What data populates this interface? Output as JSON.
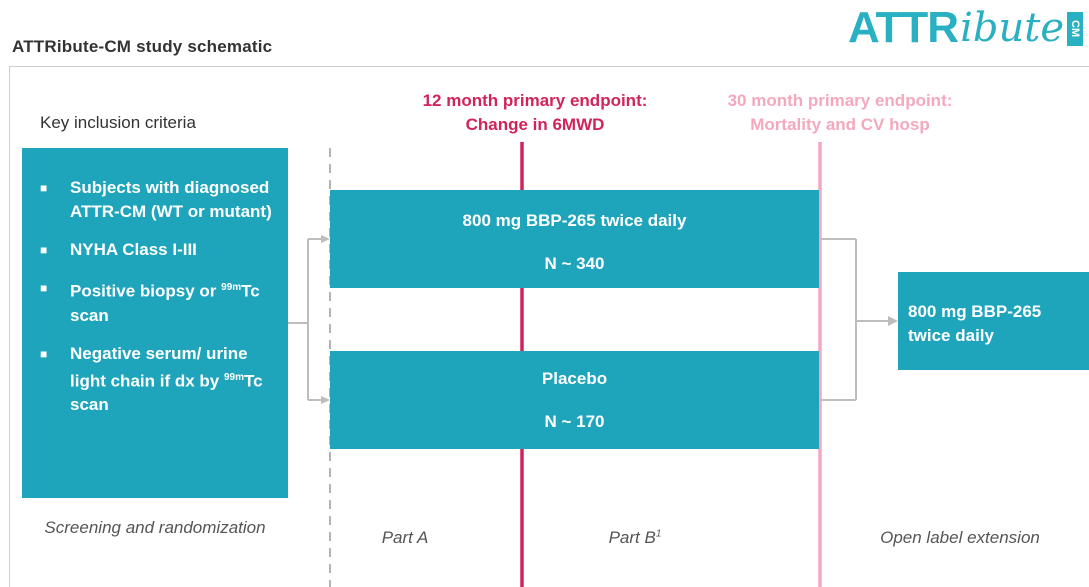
{
  "header": {
    "title": "ATTRibute-CM study schematic",
    "logo": {
      "text_main": "ATTR",
      "text_script": "ibute",
      "text_badge": "CM"
    }
  },
  "inclusion": {
    "heading": "Key inclusion criteria",
    "bullet_glyph": "■",
    "items": [
      {
        "text": "Subjects with diagnosed ATTR-CM (WT or mutant)"
      },
      {
        "text": "NYHA Class I-III"
      },
      {
        "pre": "Positive biopsy or ",
        "sup": "99m",
        "post": "Tc scan"
      },
      {
        "pre": "Negative serum/ urine light chain if dx by ",
        "sup": "99m",
        "post": "Tc scan"
      }
    ]
  },
  "endpoints": {
    "twelve_month": {
      "line1": "12 month primary endpoint:",
      "line2": "Change in 6MWD",
      "color": "#d0245a"
    },
    "thirty_month": {
      "line1": "30 month primary endpoint:",
      "line2": "Mortality and CV hosp",
      "color": "#f4a8be"
    }
  },
  "arms": {
    "active": {
      "label": "800 mg BBP-265 twice daily",
      "n": "N ~ 340"
    },
    "placebo": {
      "label": "Placebo",
      "n": "N ~ 170"
    }
  },
  "open_label": {
    "line1": "800 mg BBP-265",
    "line2": "twice daily"
  },
  "phases": {
    "screening": "Screening and randomization",
    "part_a": "Part A",
    "part_b": "Part B",
    "part_b_sup": "1",
    "ole": "Open label extension"
  },
  "colors": {
    "box": "#1ea5bb",
    "connector": "#bdbdbd",
    "dashed": "#9a9a9a"
  }
}
